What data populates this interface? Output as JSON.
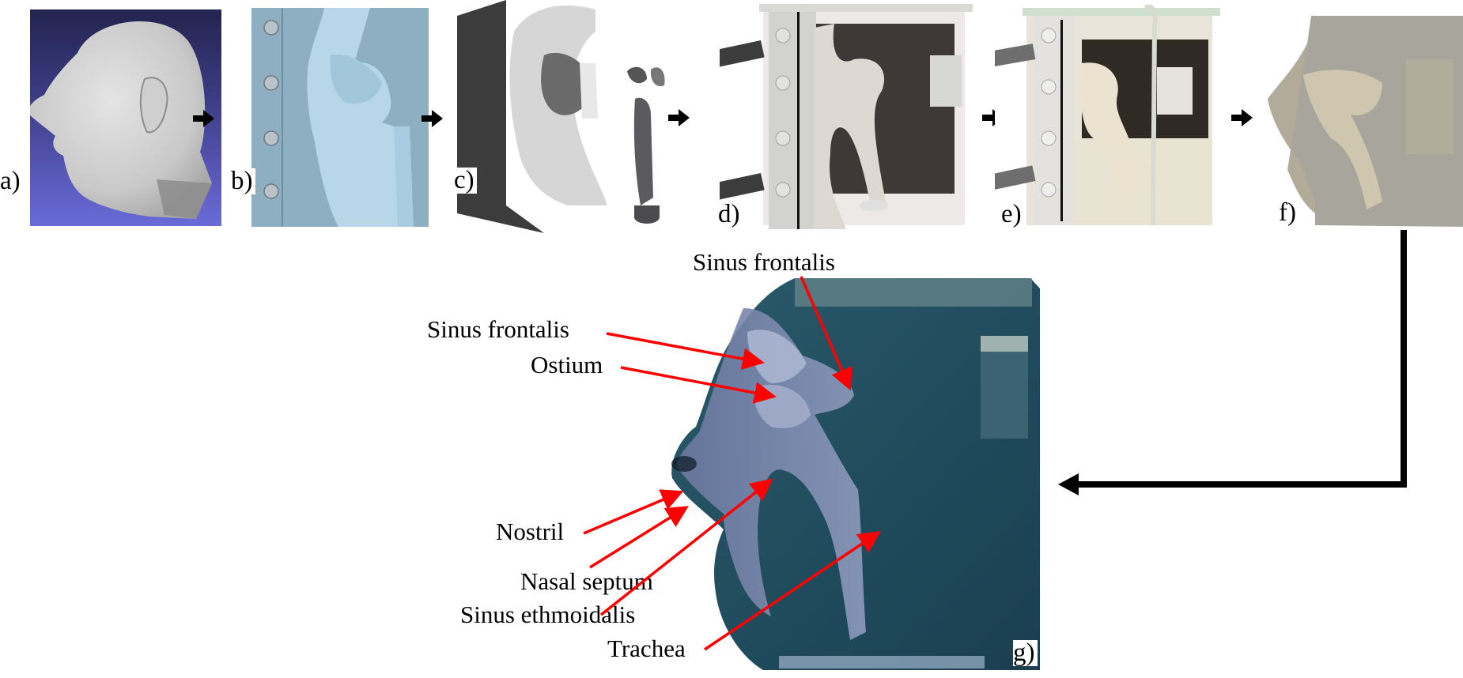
{
  "figure": {
    "panels": [
      {
        "id": "a",
        "label": "a)",
        "description": "3D scanned head surface model (grey mesh on blue gradient viewer background)"
      },
      {
        "id": "b",
        "label": "b)",
        "description": "CAD model of nasal cavity attached to mounting plate (light blue)"
      },
      {
        "id": "c",
        "label": "c)",
        "description": "3D printed parts, exploded view (grey)"
      },
      {
        "id": "d",
        "label": "d)",
        "description": "Assembled printed model in acrylic casting box with aluminium profile holders"
      },
      {
        "id": "e",
        "label": "e)",
        "description": "Casting box filled with silicone, inlet tube attached"
      },
      {
        "id": "f",
        "label": "f)",
        "description": "Cured transparent silicone block containing model"
      },
      {
        "id": "g",
        "label": "g)",
        "description": "Final transparent nasal cavity phantom with labelled anatomy"
      }
    ],
    "flow_arrows": [
      {
        "from": "a",
        "to": "b"
      },
      {
        "from": "b",
        "to": "c"
      },
      {
        "from": "c",
        "to": "d"
      },
      {
        "from": "d",
        "to": "e"
      },
      {
        "from": "e",
        "to": "f"
      },
      {
        "from": "f",
        "to": "g"
      }
    ],
    "annotations": [
      {
        "text": "Sinus frontalis",
        "position": "top-center"
      },
      {
        "text": "Sinus frontalis",
        "position": "left-upper"
      },
      {
        "text": "Ostium",
        "position": "left-upper"
      },
      {
        "text": "Nostril",
        "position": "left-lower"
      },
      {
        "text": "Nasal septum",
        "position": "left-lower"
      },
      {
        "text": "Sinus ethmoidalis",
        "position": "left-lower"
      },
      {
        "text": "Trachea",
        "position": "bottom"
      }
    ],
    "colors": {
      "annotation_arrow": "#ff0000",
      "flow_arrow": "#000000",
      "viewer_bg_top": "#23234e",
      "viewer_bg_bottom": "#6b6bd9",
      "cad_blue": "#96b9cf",
      "silicone_teal": "#1f4d5e"
    }
  }
}
